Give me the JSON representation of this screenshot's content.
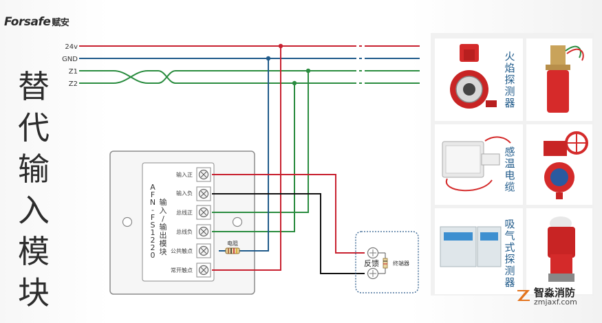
{
  "brand": {
    "name": "Forsafe",
    "name_cn": "赋安"
  },
  "title": [
    "替",
    "代",
    "输",
    "入",
    "模",
    "块"
  ],
  "bus_lines": [
    {
      "label": "24v",
      "color": "#c8202f"
    },
    {
      "label": "GND",
      "color": "#1f5a8a"
    },
    {
      "label": "Z1",
      "color": "#2a8c3f"
    },
    {
      "label": "Z2",
      "color": "#2a8c3f"
    }
  ],
  "module": {
    "model_chars": [
      "A",
      "F",
      "N",
      "-",
      "F",
      "S",
      "1",
      "2",
      "2",
      "0"
    ],
    "name_chars": [
      "输",
      "入",
      "/",
      "输",
      "出",
      "模",
      "块"
    ],
    "terminals": [
      "输入正",
      "输入负",
      "总线正",
      "总线负",
      "公共触点",
      "常开触点"
    ]
  },
  "resistor_label": "电阻",
  "feedback_label": "反馈",
  "terminator_label": "终端器",
  "products": [
    {
      "label": [
        "火",
        "焰",
        "探",
        "测",
        "器"
      ]
    },
    {
      "label": [
        "感",
        "温",
        "电",
        "缆"
      ]
    },
    {
      "label": [
        "吸",
        "气",
        "式",
        "探",
        "测",
        "器"
      ]
    }
  ],
  "watermark": {
    "name": "智淼消防",
    "url": "zmjaxf.com",
    "color": "#e3731c"
  }
}
